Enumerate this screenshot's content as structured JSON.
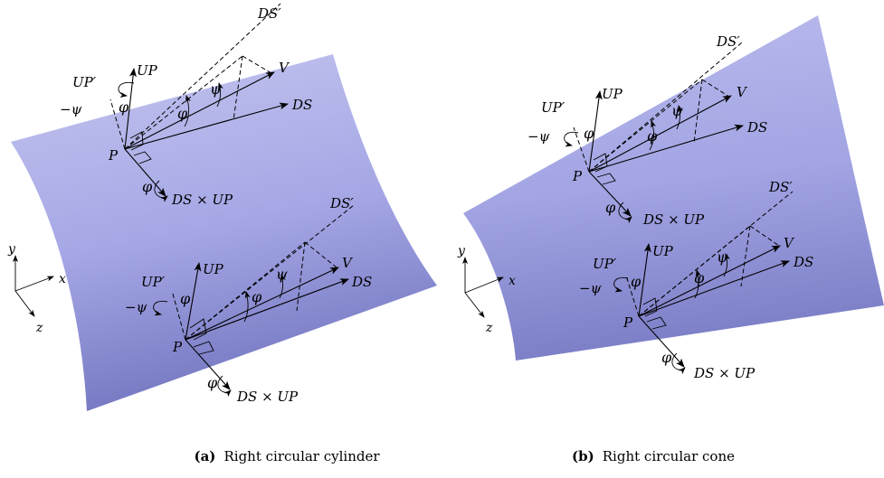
{
  "panels": [
    {
      "id": "a",
      "caption_tag": "(a)",
      "caption_text": "Right circular cylinder",
      "surface": "cylinder"
    },
    {
      "id": "b",
      "caption_tag": "(b)",
      "caption_text": "Right circular cone",
      "surface": "cone"
    }
  ],
  "labels": {
    "up": "UP",
    "up_prime": "UP′",
    "ds": "DS",
    "ds_prime": "DS′",
    "v": "V",
    "p": "P",
    "cross": "DS × UP",
    "phi": "φ",
    "psi": "ψ",
    "neg_psi": "−ψ"
  },
  "axes": {
    "x": "x",
    "y": "y",
    "z": "z"
  },
  "colors": {
    "surface_light": "#c9cbf2",
    "surface_mid": "#a9abe8",
    "surface_dark": "#7d80c8",
    "ink": "#000000"
  }
}
